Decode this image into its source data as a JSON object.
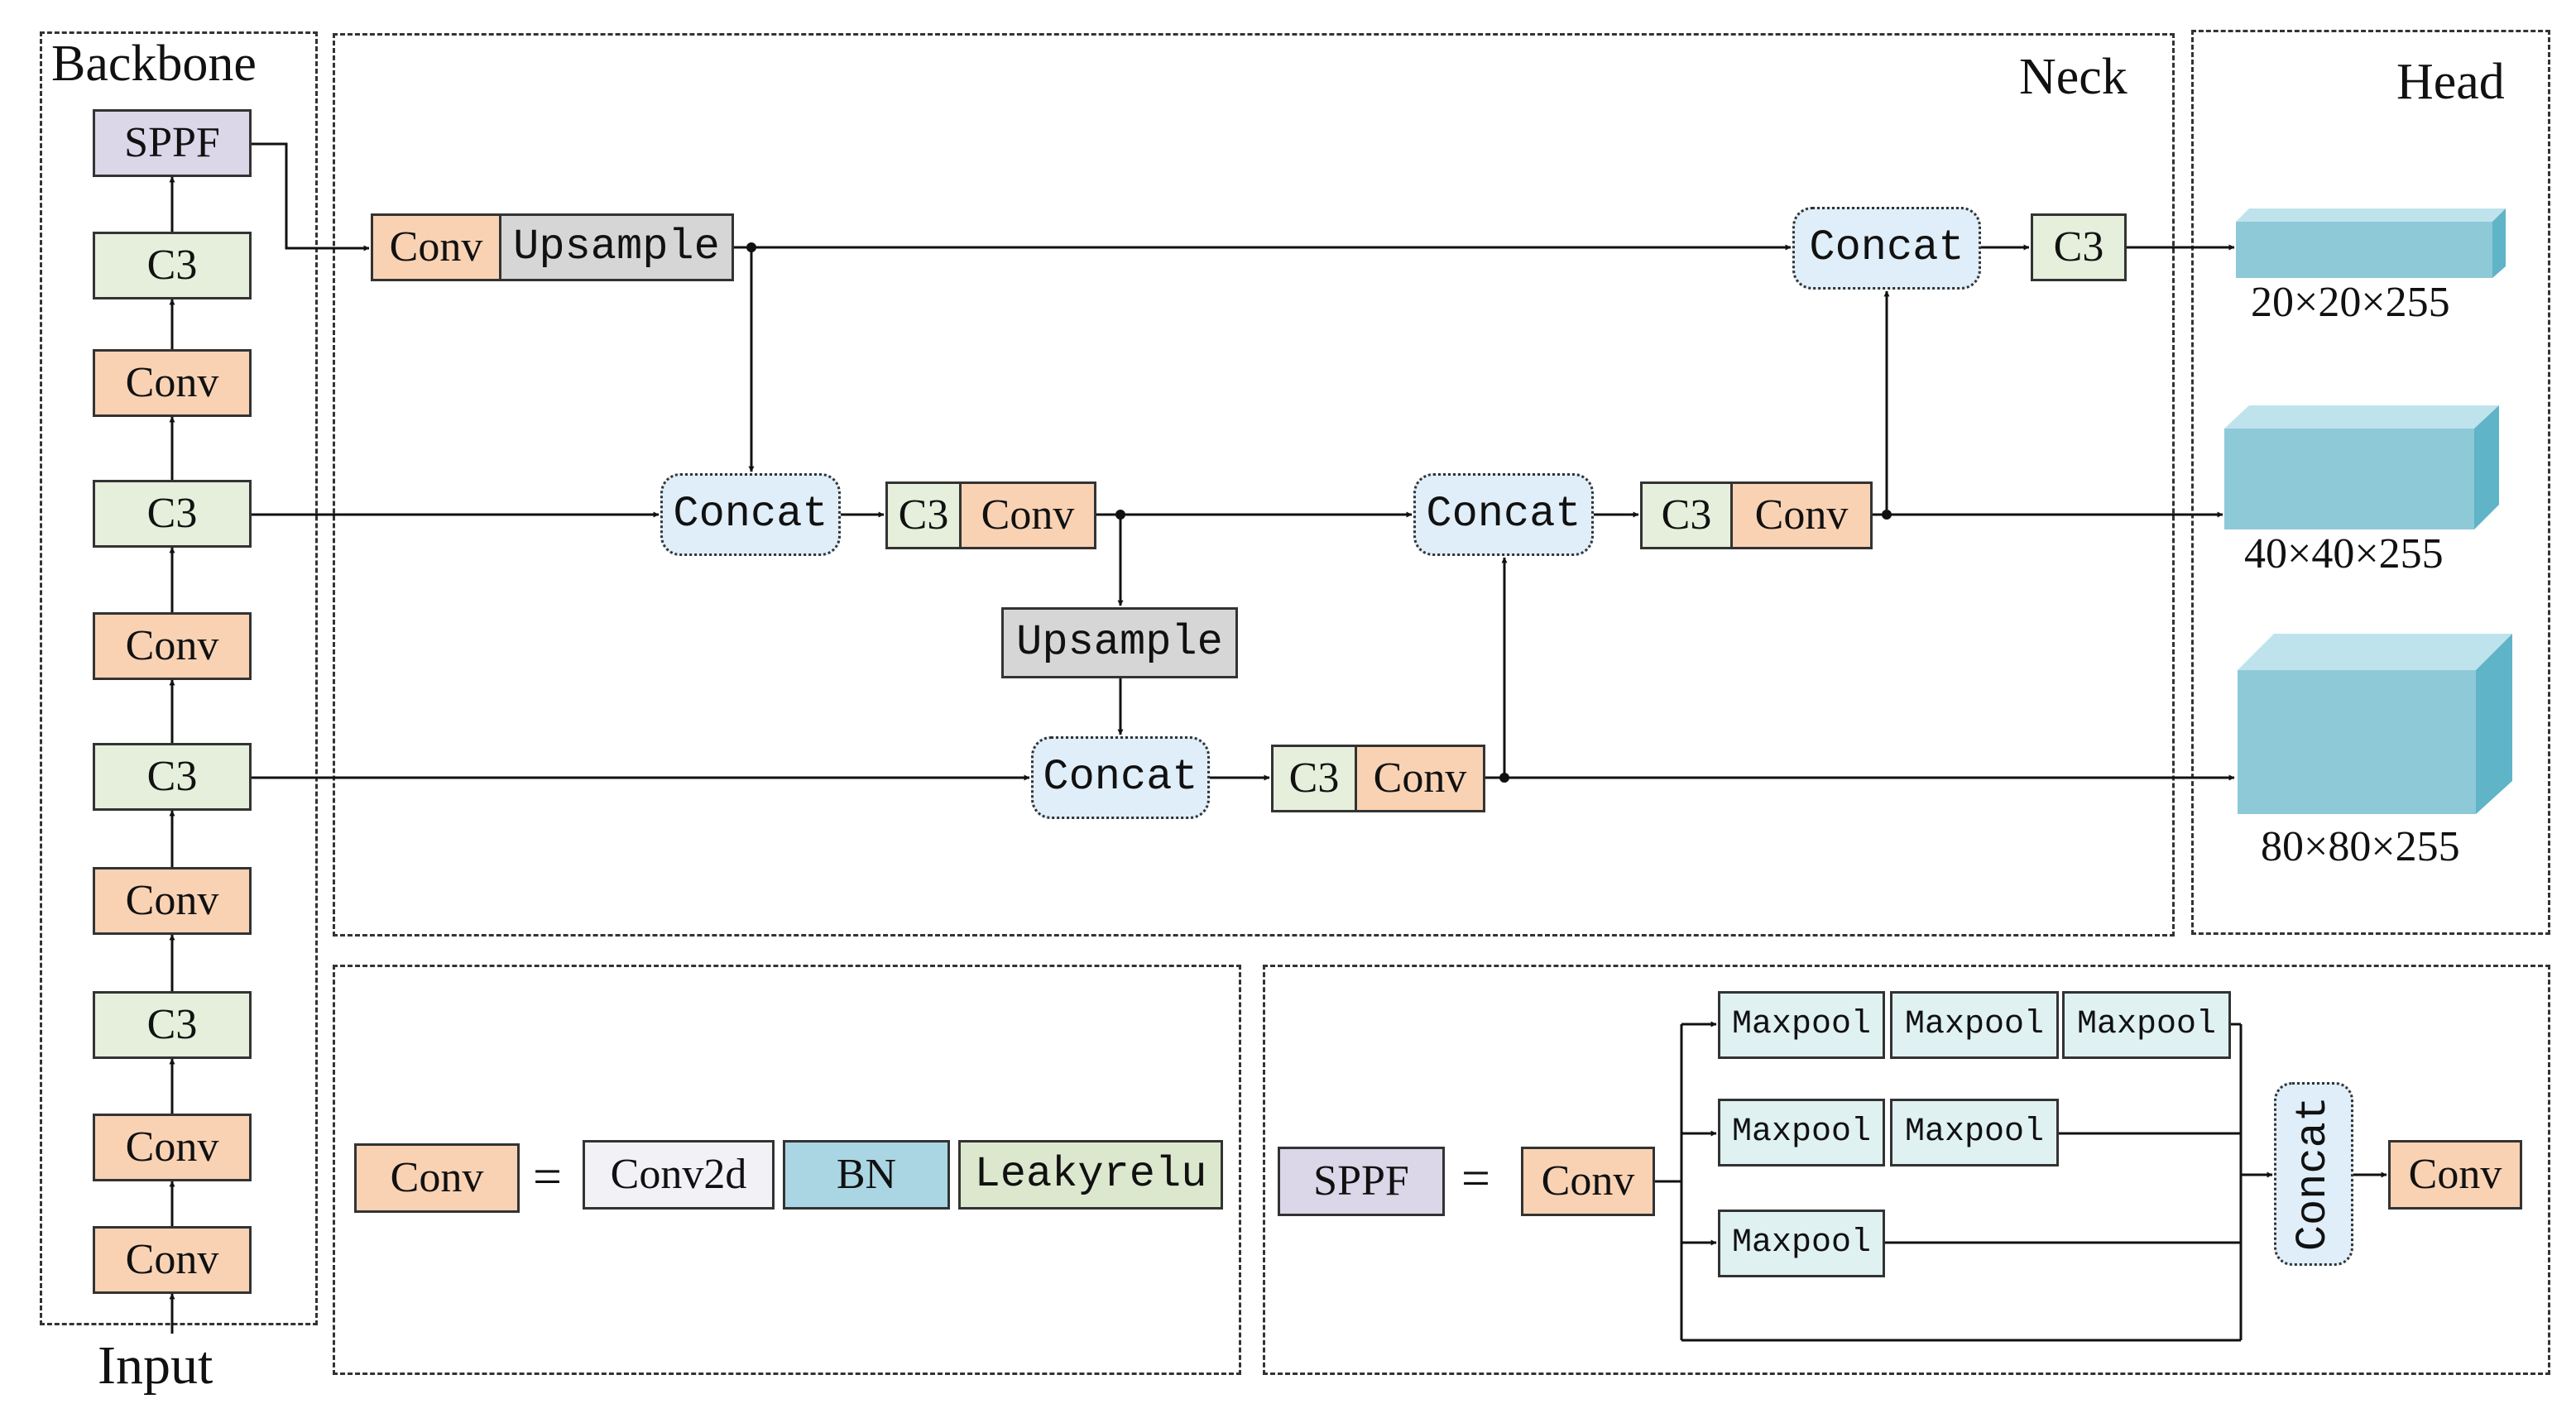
{
  "regions": {
    "backbone": "Backbone",
    "neck": "Neck",
    "head": "Head",
    "input": "Input"
  },
  "backbone": {
    "sppf": "SPPF",
    "c3_4": "C3",
    "conv_4": "Conv",
    "c3_3": "C3",
    "conv_3": "Conv",
    "c3_2": "C3",
    "conv_2": "Conv",
    "c3_1": "C3",
    "conv_1": "Conv",
    "conv_0": "Conv"
  },
  "neck": {
    "top_conv": "Conv",
    "top_upsample": "Upsample",
    "concat_mid1": "Concat",
    "mid1_c3": "C3",
    "mid1_conv": "Conv",
    "mid_upsample": "Upsample",
    "concat_low": "Concat",
    "low_c3": "C3",
    "low_conv": "Conv",
    "concat_mid2": "Concat",
    "mid2_c3": "C3",
    "mid2_conv": "Conv",
    "concat_top": "Concat",
    "top_c3": "C3"
  },
  "head": {
    "out_20": "20×20×255",
    "out_40": "40×40×255",
    "out_80": "80×80×255",
    "box_color": "#8ec9d8",
    "box_top_color": "#bfe3ec",
    "box_side_color": "#5fb4c7"
  },
  "conv_legend": {
    "conv": "Conv",
    "equals": "=",
    "conv2d": "Conv2d",
    "bn": "BN",
    "leaky": "Leakyrelu"
  },
  "sppf_legend": {
    "sppf": "SPPF",
    "equals": "=",
    "conv_in": "Conv",
    "maxpool_r1_1": "Maxpool",
    "maxpool_r1_2": "Maxpool",
    "maxpool_r1_3": "Maxpool",
    "maxpool_r2_1": "Maxpool",
    "maxpool_r2_2": "Maxpool",
    "maxpool_r3_1": "Maxpool",
    "concat": "Concat",
    "conv_out": "Conv"
  },
  "colors": {
    "conv": "#f9d2b4",
    "c3": "#e5efdb",
    "sppf": "#dbd6e8",
    "upsample": "#d6d6d6",
    "concat": "#dfeef8",
    "bn": "#aad6e4",
    "leakyrelu": "#dce8cd",
    "maxpool": "#e0f1f2"
  }
}
